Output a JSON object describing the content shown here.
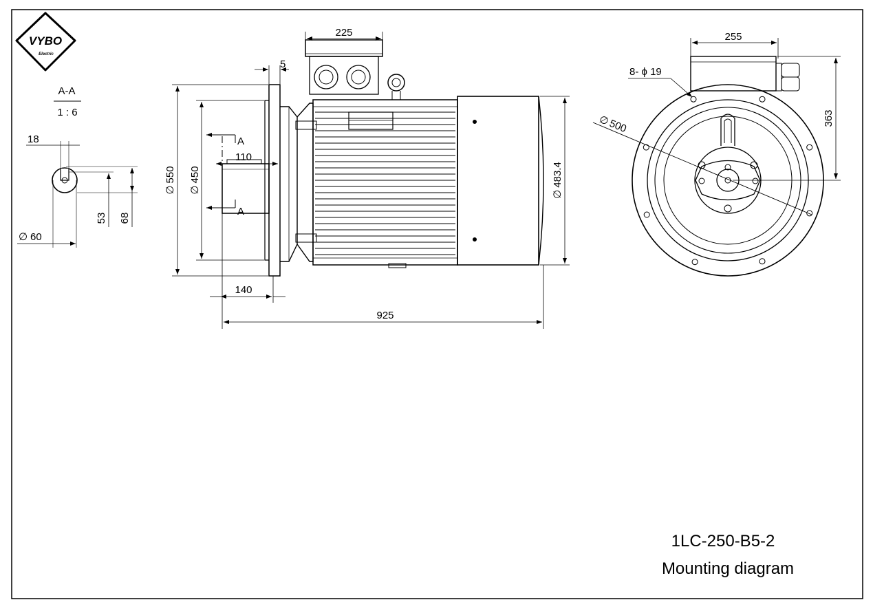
{
  "logo": {
    "brand": "VYBO",
    "sub": "Electric"
  },
  "section": {
    "label": "A-A",
    "scale": "1 : 6"
  },
  "section_view": {
    "dim_keyway_width": "18",
    "dim_53": "53",
    "dim_68": "68",
    "dim_shaft_dia": "60"
  },
  "side_view": {
    "dim_225": "225",
    "dim_5": "5",
    "dim_110": "110",
    "dim_550": "550",
    "dim_450": "450",
    "dim_4834": "483.4",
    "dim_140": "140",
    "dim_925": "925",
    "cut_label_a": "A",
    "cut_label_b": "A"
  },
  "front_view": {
    "dim_255": "255",
    "dim_holes": "8- ϕ 19",
    "dim_500": "500",
    "dim_363": "363"
  },
  "title": {
    "model": "1LC-250-B5-2",
    "subtitle": "Mounting diagram"
  },
  "symbols": {
    "diameter": "∅"
  }
}
